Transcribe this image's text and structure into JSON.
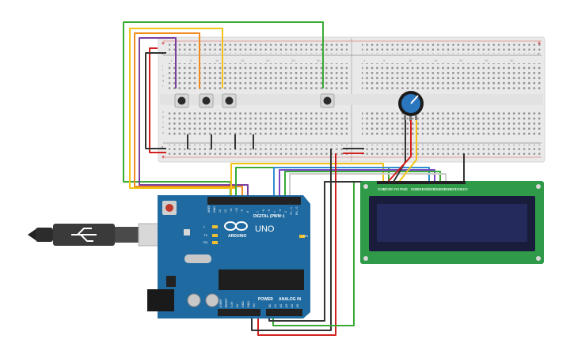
{
  "arduino": {
    "model_label": "UNO",
    "brand_label": "ARDUINO",
    "digital_header_label": "DIGITAL (PWM~)",
    "power_label": "POWER",
    "analog_label": "ANALOG IN",
    "on_label": "ON",
    "l_label": "L",
    "tx_label": "TX",
    "rx_label": "RX",
    "digital_pins": [
      "AREF",
      "GND",
      "13",
      "12",
      "~11",
      "~10",
      "~9",
      "8",
      "7",
      "~6",
      "~5",
      "4",
      "~3",
      "2",
      "TX→1",
      "RX←0"
    ],
    "power_pins": [
      "IOREF",
      "RESET",
      "3.3V",
      "5V",
      "GND",
      "GND",
      "Vin"
    ],
    "analog_pins": [
      "A0",
      "A1",
      "A2",
      "A3",
      "A4",
      "A5"
    ],
    "board_color": "#1f6aa0"
  },
  "breadboard": {
    "rail_plus": "+",
    "rail_minus": "-",
    "row_letters_top": [
      "j",
      "i",
      "h",
      "g",
      "f"
    ],
    "row_letters_bottom": [
      "e",
      "d",
      "c",
      "b",
      "a"
    ],
    "column_numbers": [
      "1",
      "5",
      "10",
      "15",
      "20",
      "25",
      "30"
    ]
  },
  "lcd": {
    "pin_labels": [
      "GND",
      "VCC",
      "V0",
      "RS",
      "RW",
      "E",
      "DB0",
      "DB1",
      "DB2",
      "DB3",
      "DB4",
      "DB5",
      "DB6",
      "DB7",
      "LED",
      "LED"
    ],
    "screen_color": "#252a5c",
    "pcb_color": "#2f9b48"
  },
  "usb": {
    "icon_name": "usb-cable-icon"
  },
  "wire_colors": {
    "green": "#3aaa35",
    "yellow": "#f2c417",
    "orange": "#ef8c1c",
    "purple": "#7b3fa0",
    "red": "#d2201f",
    "black": "#333333",
    "blue": "#2f8fd0",
    "violet": "#7a48c8",
    "white": "#cccccc"
  }
}
